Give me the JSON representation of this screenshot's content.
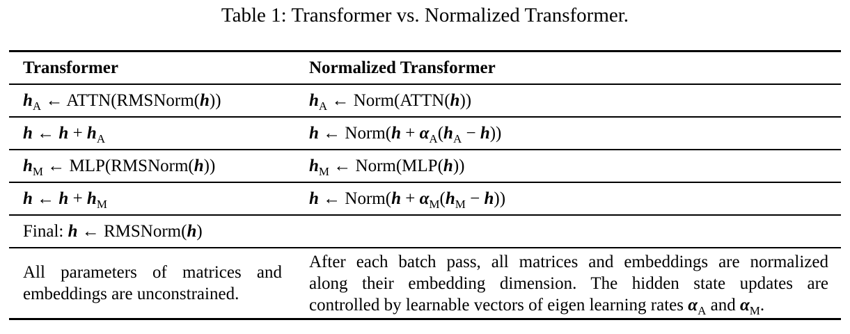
{
  "caption": "Table 1: Transformer vs. Normalized Transformer.",
  "header": {
    "col1": "Transformer",
    "col2": "Normalized Transformer"
  },
  "symbols": {
    "h": "h",
    "alpha": "α",
    "arrow": "←",
    "plus": "+",
    "minus": "−",
    "sub_A": "A",
    "sub_M": "M"
  },
  "ops": {
    "attn_rms_open": "ATTN(RMSNorm(",
    "close2": "))",
    "close1": ")",
    "norm_attn_open": "Norm(ATTN(",
    "norm_open": "Norm(",
    "mlp_rms_open": "MLP(RMSNorm(",
    "norm_mlp_open": "Norm(MLP(",
    "final_label": "Final:",
    "rms_open": "RMSNorm("
  },
  "description": {
    "left": [
      "All parameters of matrices and",
      "embeddings are unconstrained."
    ],
    "right": [
      "After each batch pass, all matrices and embeddings are normalized",
      "along their embedding dimension. The hidden state updates are",
      "controlled by learnable vectors of eigen learning rates",
      "and",
      "."
    ]
  }
}
